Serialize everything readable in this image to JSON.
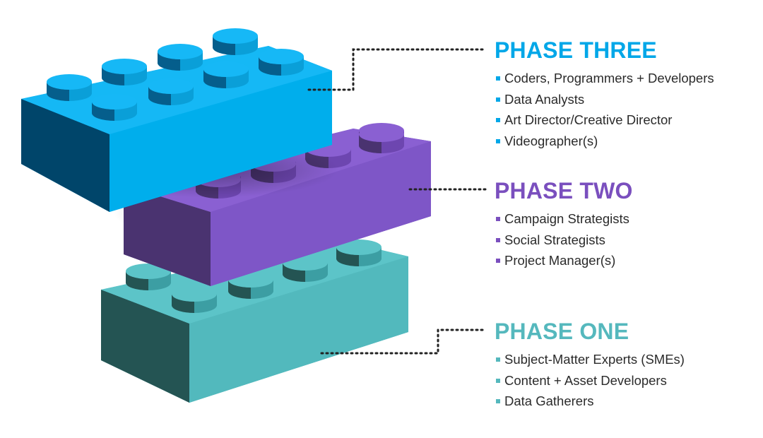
{
  "colors": {
    "phase_three": "#00a7e8",
    "phase_two": "#7a4fbe",
    "phase_one": "#55b8bd"
  },
  "phases": {
    "three": {
      "title": "PHASE THREE",
      "roles": [
        "Coders, Programmers + Developers",
        "Data Analysts",
        "Art Director/Creative Director",
        "Videographer(s)"
      ]
    },
    "two": {
      "title": "PHASE TWO",
      "roles": [
        "Campaign Strategists",
        "Social Strategists",
        "Project Manager(s)"
      ]
    },
    "one": {
      "title": "PHASE ONE",
      "roles": [
        "Subject-Matter Experts (SMEs)",
        "Content + Asset Developers",
        "Data Gatherers"
      ]
    }
  }
}
